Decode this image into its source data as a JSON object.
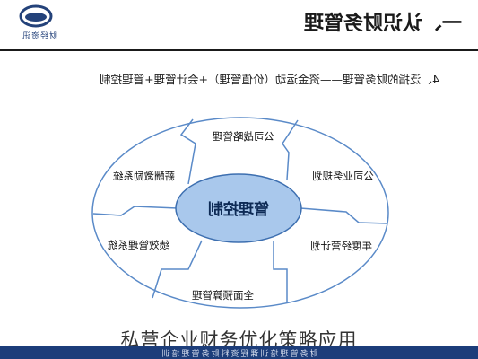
{
  "header": {
    "title": "一、认识财务管理",
    "logo_text": "财经资讯"
  },
  "subtitle": "4、泛指的财务管理——资金运动（价值管理）+会计管理+管理控制",
  "diagram": {
    "center": "管理控制",
    "segments": [
      "公司战略管理",
      "公司业务规划",
      "年度经营计划",
      "全面预算管理",
      "绩效管理系统",
      "薪酬激励系统"
    ],
    "colors": {
      "center_fill": "#a9c8ec",
      "center_stroke": "#3d6fb0",
      "ring_stroke": "#5a8ac8"
    }
  },
  "caption": "私营企业财务优化策略应用",
  "footer": {
    "text": "财务管理培训课程资料财务管理培训"
  },
  "colors": {
    "footer_band": "#1c3d7a"
  }
}
